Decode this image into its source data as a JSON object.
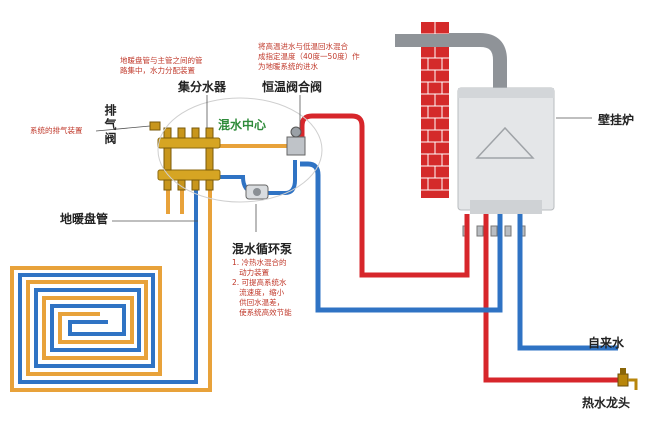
{
  "labels": {
    "manifold": "集分水器",
    "manifold_note": "地暖盘管与主管之间的管\n路集中，水力分配装置",
    "thermo_valve": "恒温阀合阀",
    "thermo_note": "将高温进水与低温回水混合\n成指定温度（40度一50度）作\n为地暖系统的进水",
    "exhaust_valve": "排气阀",
    "exhaust_note": "系统的排气装置",
    "mixing_center": "混水中心",
    "floor_coil": "地暖盘管",
    "pump": "混水循环泵",
    "pump_note": "1. 冷热水混合的\n   动力装置\n2. 可提高系统水\n   流速度，缩小\n   供回水温差，\n   使系统高效节能",
    "boiler": "壁挂炉",
    "tap_water": "自来水",
    "hot_faucet": "热水龙头"
  },
  "colors": {
    "hot_pipe": "#d7262b",
    "cold_pipe": "#2f73c4",
    "floor_pipe": "#e8a23a",
    "brick": "#d42a2a",
    "boiler_body": "#e4e6e8"
  }
}
